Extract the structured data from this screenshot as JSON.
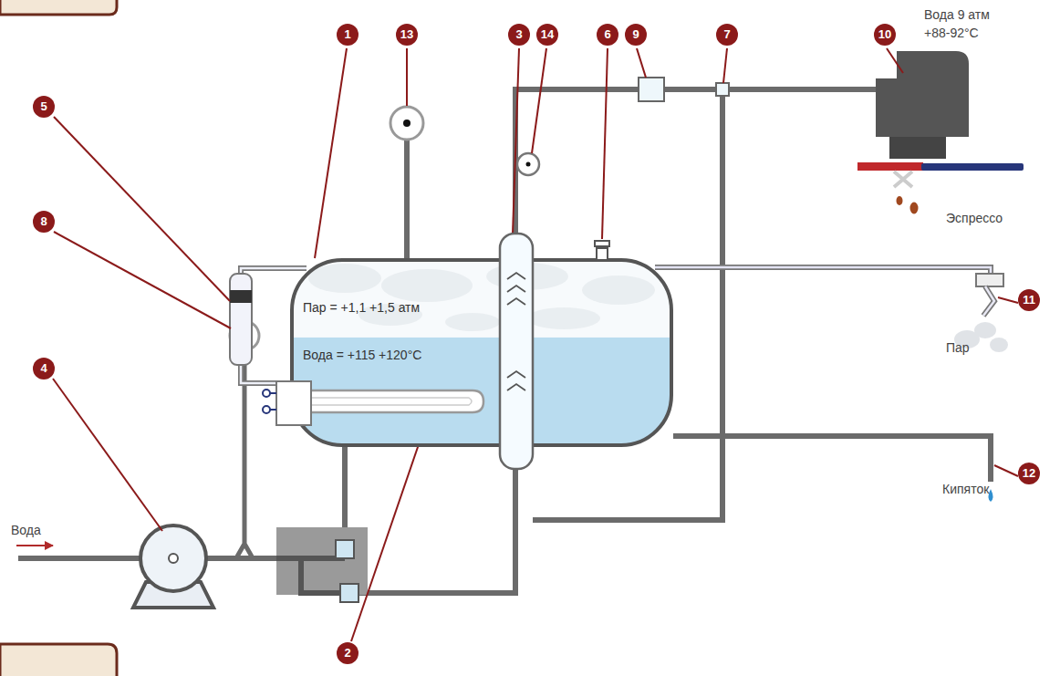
{
  "diagram": {
    "nodes": [
      {
        "text": [
          "Пар = +1,1 +1,5 атм",
          "Вода = +115 +120°С"
        ]
      }
    ],
    "labels": [
      "1",
      "13",
      "3",
      "14",
      "6",
      "9",
      "7",
      "10",
      "5",
      "8",
      "4",
      "2",
      "11",
      "12",
      "Вода 9 атм +88-92°С",
      "Эспрессо",
      "Пар",
      "Кипяток",
      "Вода"
    ]
  }
}
